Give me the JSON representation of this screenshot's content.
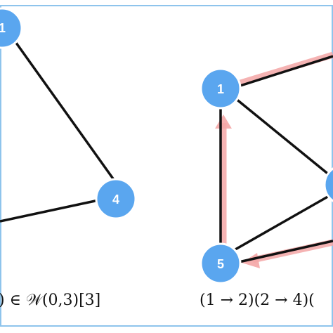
{
  "nodes": {
    "left_top": {
      "label": "1"
    },
    "left_right": {
      "label": "4"
    },
    "right_1": {
      "label": "1"
    },
    "right_5": {
      "label": "5"
    }
  },
  "captions": {
    "left": ") ∈ 𝒲(0,3)[3]",
    "right": "(1 → 2)(2 → 4)("
  },
  "colors": {
    "node_fill": "#5aa6ef",
    "node_stroke": "#ffffff",
    "edge": "#111111",
    "highlight": "#f4a6a6",
    "frame": "#8ec4ec"
  }
}
